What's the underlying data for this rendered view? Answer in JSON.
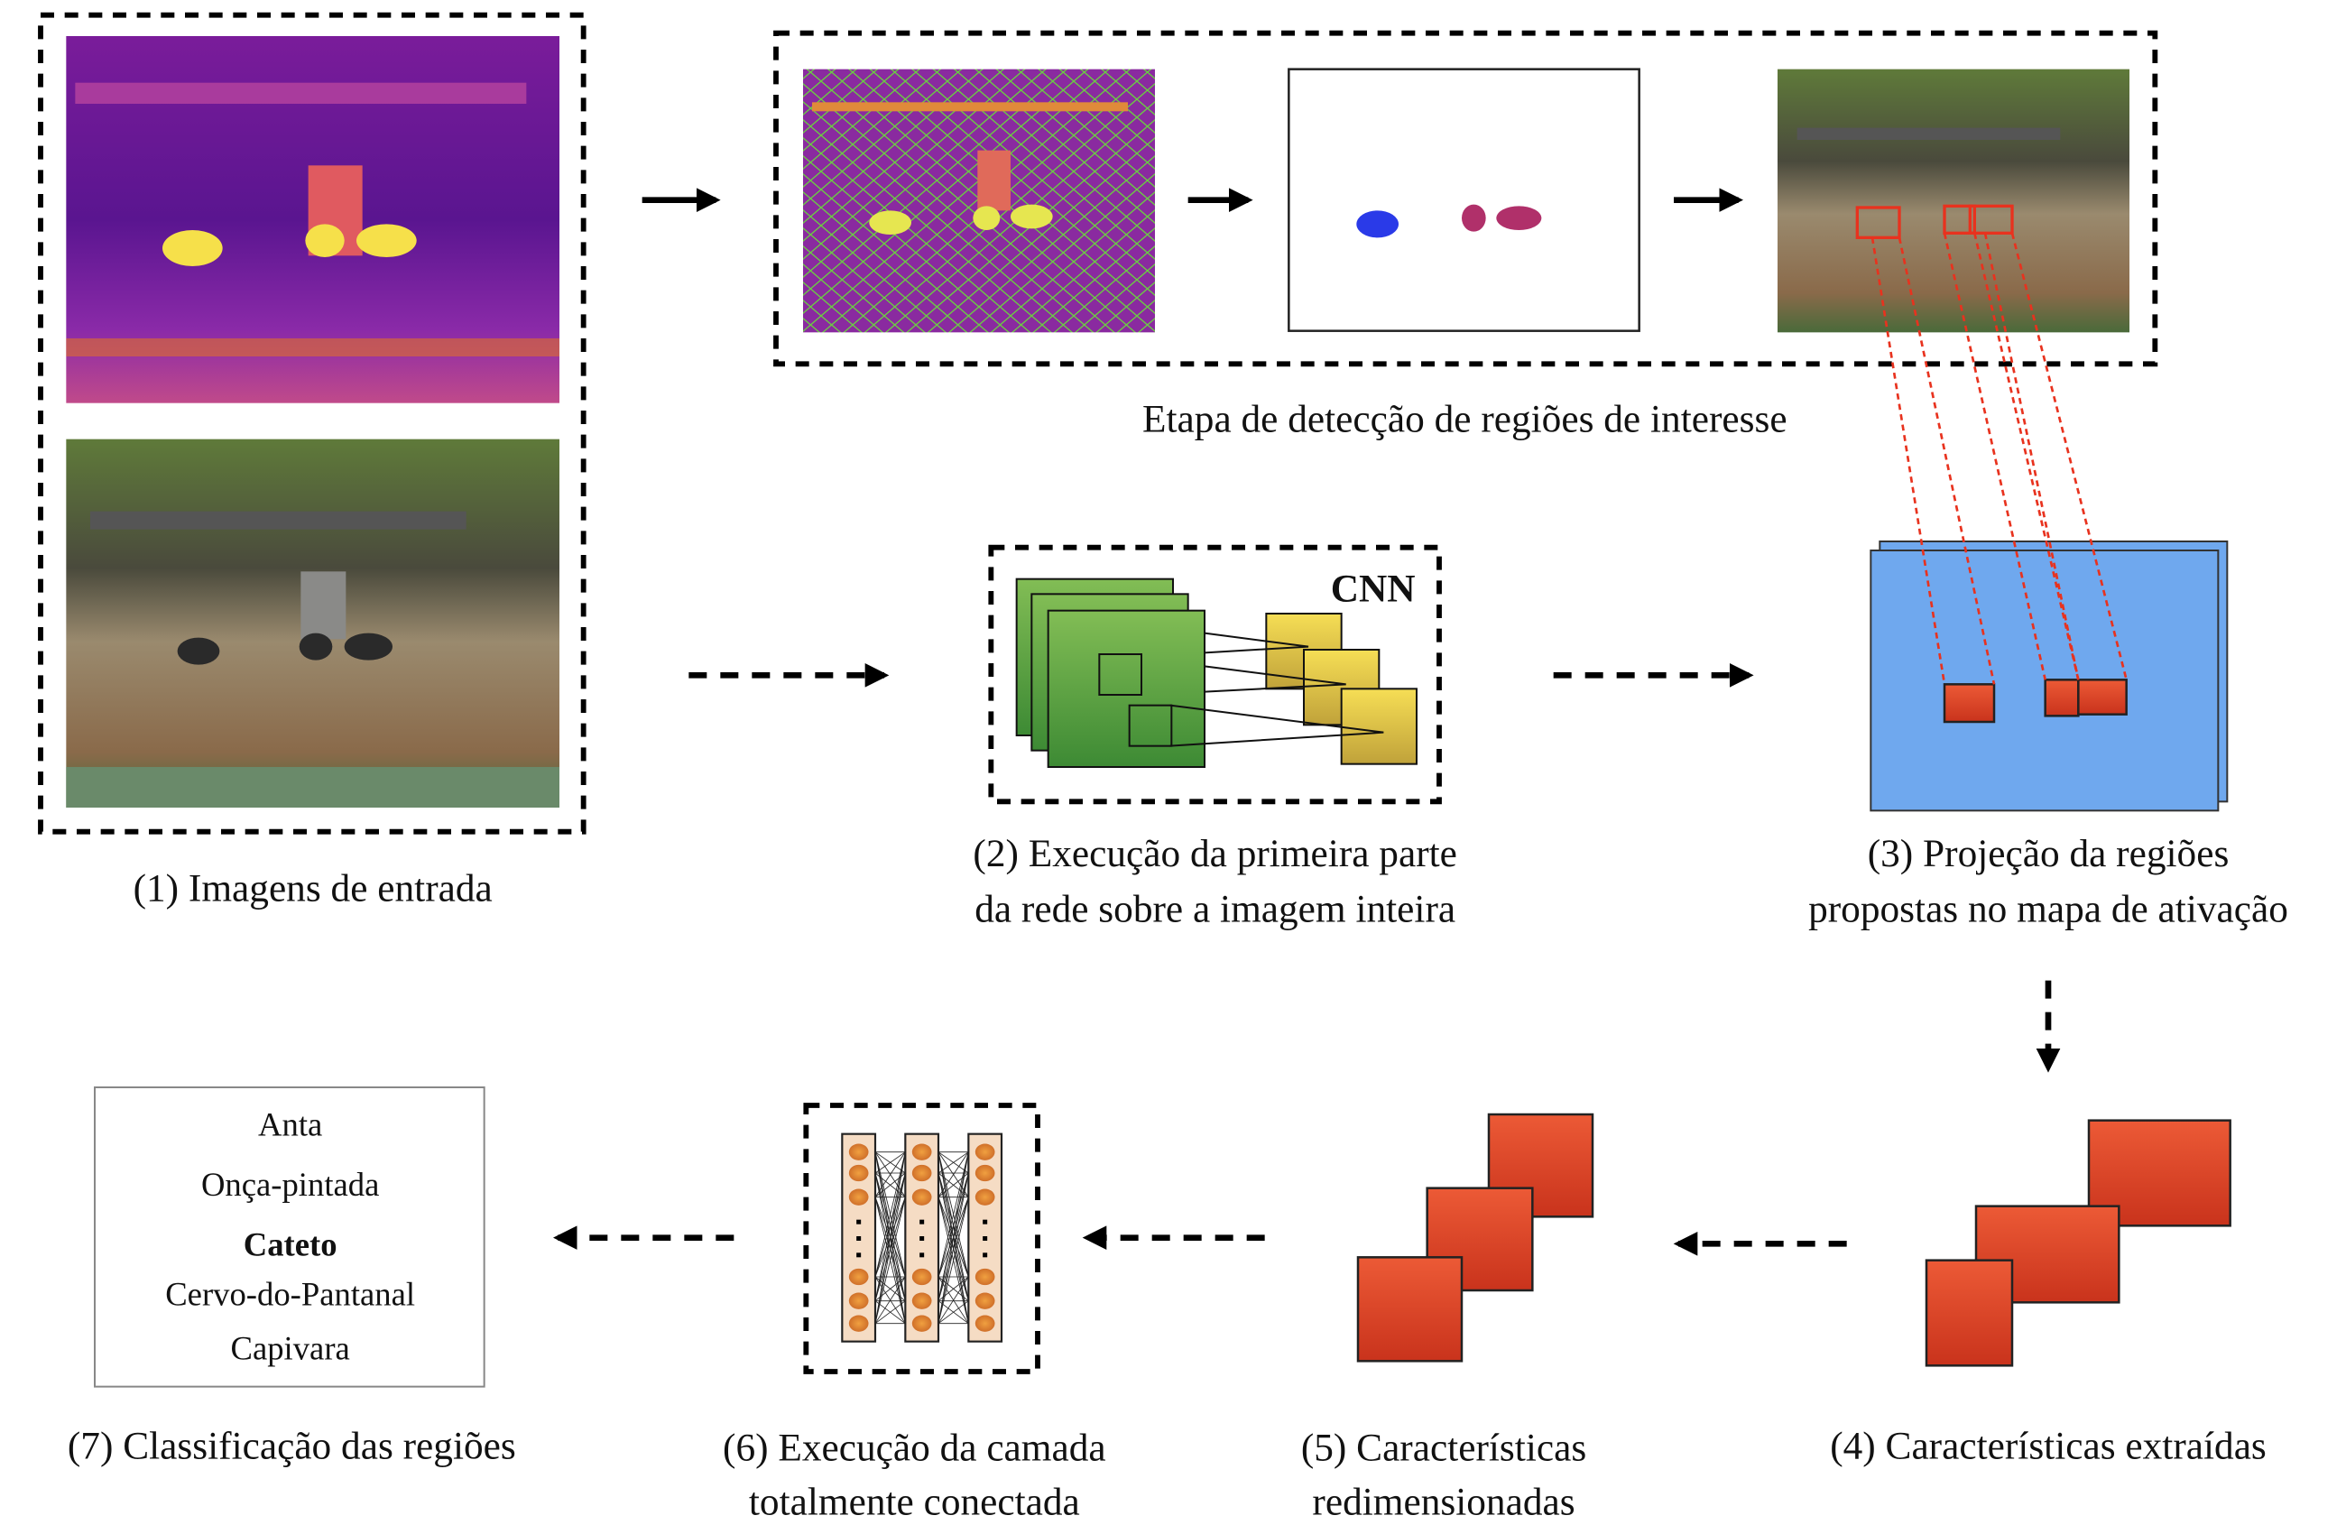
{
  "stages": {
    "input_images": {
      "label": "(1) Imagens de entrada"
    },
    "roi_detection": {
      "label": "Etapa de detecção de regiões de interesse"
    },
    "cnn": {
      "title": "CNN",
      "label_line1": "(2) Execução da primeira parte",
      "label_line2": "da rede sobre a imagem inteira"
    },
    "projection": {
      "label_line1": "(3) Projeção da regiões",
      "label_line2": "propostas no mapa de ativação"
    },
    "extracted": {
      "label": "(4) Características extraídas"
    },
    "resized": {
      "label_line1": "(5) Características",
      "label_line2": "redimensionadas"
    },
    "fully_connected": {
      "label_line1": "(6) Execução da camada",
      "label_line2": "totalmente conectada"
    },
    "classification": {
      "label": "(7) Classificação das regiões",
      "classes": [
        "Anta",
        "Onça-pintada",
        "Cateto",
        "Cervo-do-Pantanal",
        "Capivara"
      ],
      "selected": "Cateto"
    }
  },
  "colors": {
    "feature_map": "#6fa8ee",
    "feature_box": "#e0462a",
    "cnn_green": "#5aa845",
    "cnn_yellow": "#e6c640",
    "projection_line": "#e8321e",
    "neuron": "#e0822e"
  }
}
